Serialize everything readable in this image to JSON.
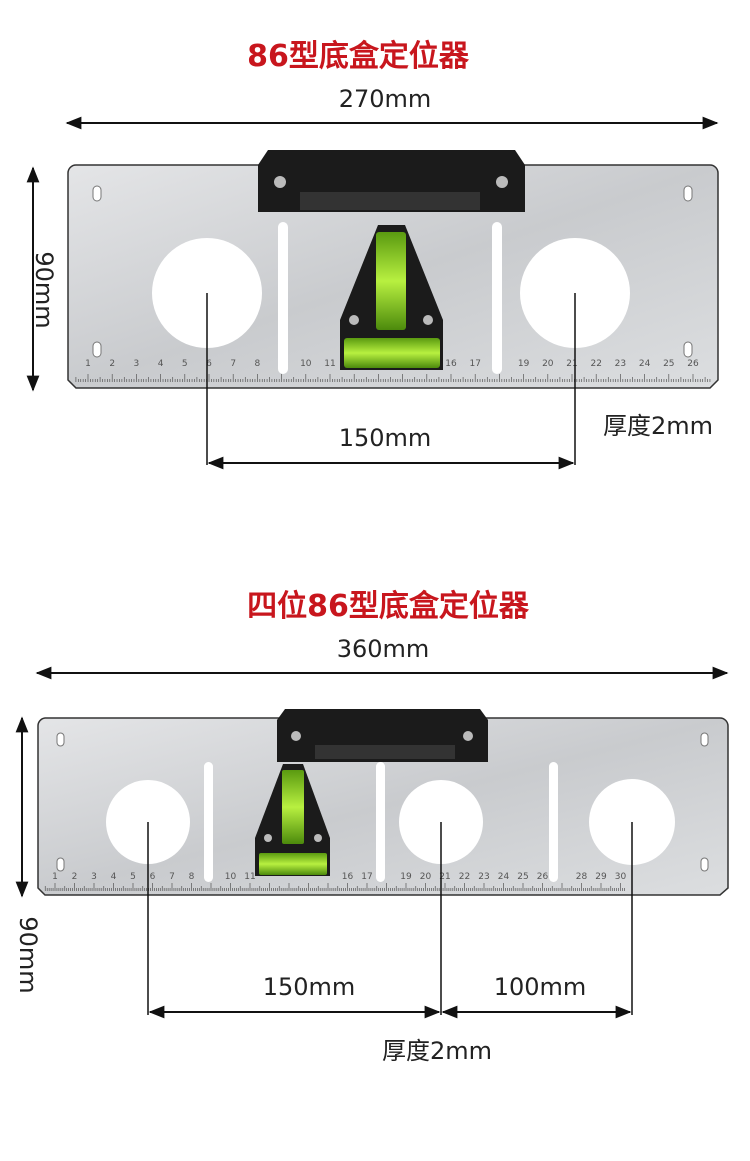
{
  "colors": {
    "title": "#c8161d",
    "plate": "#d4d6d8",
    "bubble": "#9be22c",
    "handle": "#1b1b1b"
  },
  "product1": {
    "title": "86型底盒定位器",
    "width_label": "270mm",
    "height_label": "90mm",
    "spacing_label": "150mm",
    "thickness_label": "厚度2mm",
    "ruler_numbers": [
      "1",
      "2",
      "3",
      "4",
      "5",
      "6",
      "7",
      "8",
      "10",
      "11",
      "16",
      "17",
      "19",
      "20",
      "21",
      "22",
      "23",
      "24",
      "25",
      "26"
    ]
  },
  "product2": {
    "title": "四位86型底盒定位器",
    "width_label": "360mm",
    "height_label": "90mm",
    "spacing_label_1": "150mm",
    "spacing_label_2": "100mm",
    "thickness_label": "厚度2mm",
    "ruler_numbers": [
      "1",
      "2",
      "3",
      "4",
      "5",
      "6",
      "7",
      "8",
      "10",
      "11",
      "16",
      "17",
      "19",
      "20",
      "21",
      "22",
      "23",
      "24",
      "25",
      "26",
      "28",
      "29",
      "30"
    ]
  }
}
